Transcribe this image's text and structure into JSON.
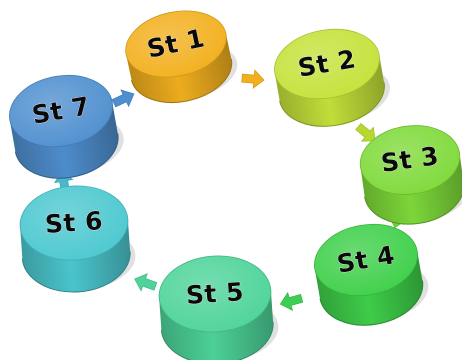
{
  "diagram": {
    "type": "cycle",
    "steps": [
      {
        "id": "st1",
        "label": "St 1",
        "color": "#f2b01e"
      },
      {
        "id": "st2",
        "label": "St 2",
        "color": "#c4e23a"
      },
      {
        "id": "st3",
        "label": "St 3",
        "color": "#7fda3a"
      },
      {
        "id": "st4",
        "label": "St 4",
        "color": "#3fd04a"
      },
      {
        "id": "st5",
        "label": "St 5",
        "color": "#4ed49a"
      },
      {
        "id": "st6",
        "label": "St 6",
        "color": "#4cc8cf"
      },
      {
        "id": "st7",
        "label": "St 7",
        "color": "#4f8fcf"
      }
    ],
    "connectors": [
      {
        "from": "st1",
        "to": "st2",
        "color": "#f2b01e"
      },
      {
        "from": "st2",
        "to": "st3",
        "color": "#b8d830"
      },
      {
        "from": "st3",
        "to": "st4",
        "color": "#6cd23a"
      },
      {
        "from": "st4",
        "to": "st5",
        "color": "#3ccf52"
      },
      {
        "from": "st5",
        "to": "st6",
        "color": "#4ed49a"
      },
      {
        "from": "st6",
        "to": "st7",
        "color": "#48b8cc"
      },
      {
        "from": "st7",
        "to": "st1",
        "color": "#4f8fcf"
      }
    ]
  }
}
